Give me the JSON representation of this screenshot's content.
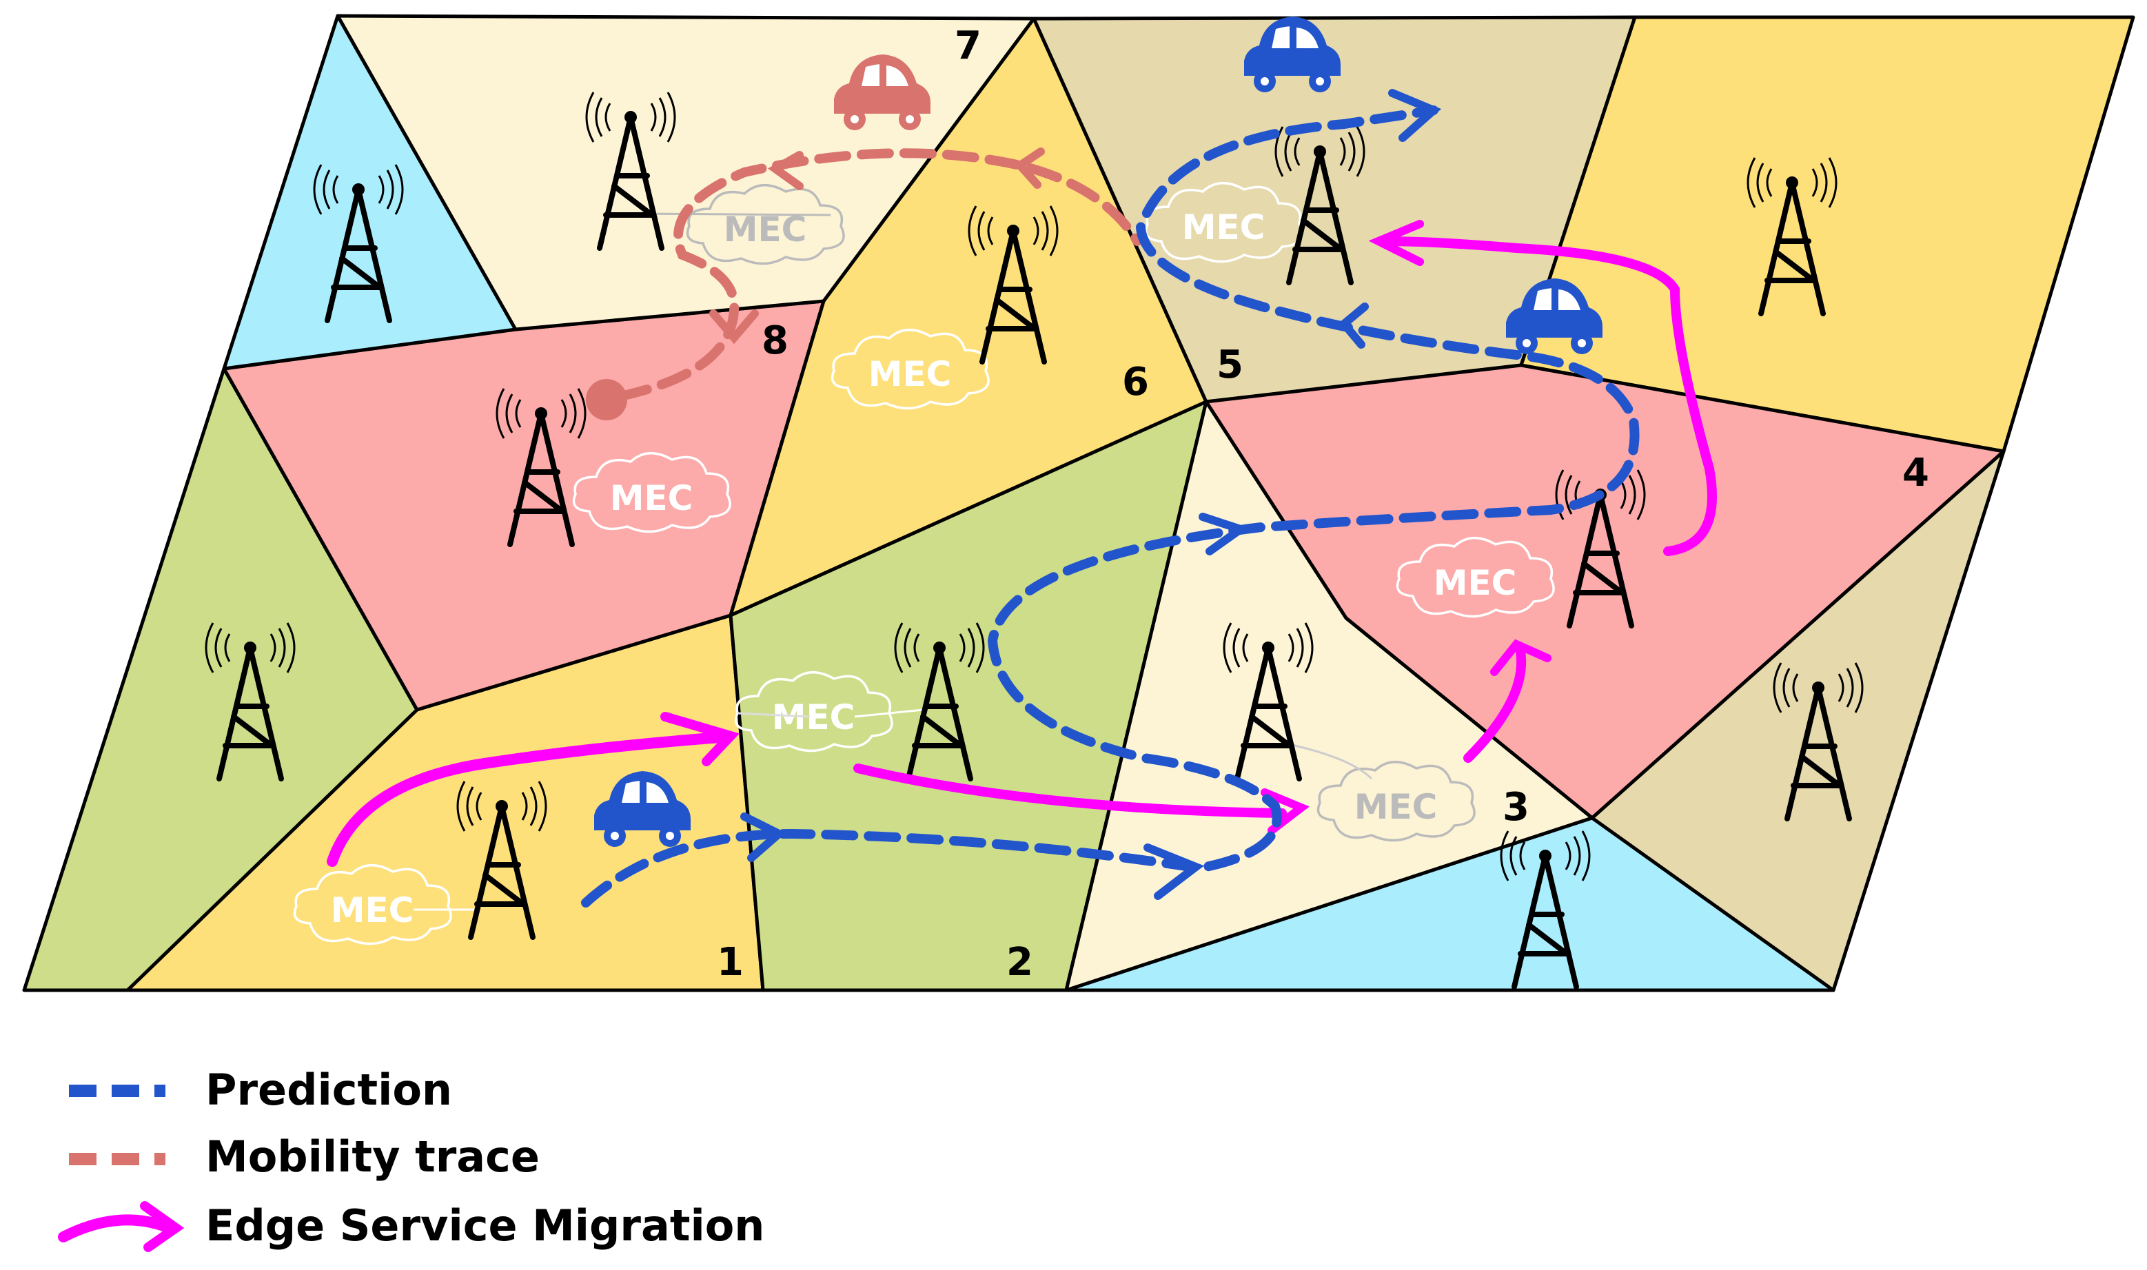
{
  "colors": {
    "yellow": "#fde07a",
    "green": "#cddd8a",
    "pink": "#fcaaaa",
    "cream": "#fdf4d6",
    "tan": "#e6d9ac",
    "cyan": "#aaeefd",
    "prediction": "#2255cc",
    "mobility": "#d9736d",
    "migration": "#ff00ff"
  },
  "cell_labels": [
    "1",
    "2",
    "3",
    "4",
    "5",
    "6",
    "7",
    "8"
  ],
  "mec_label": "MEC",
  "legend": {
    "prediction": "Prediction",
    "mobility": "Mobility trace",
    "migration": "Edge Service Migration"
  },
  "icons": [
    "tower-icon",
    "mec-cloud-icon",
    "car-icon"
  ]
}
